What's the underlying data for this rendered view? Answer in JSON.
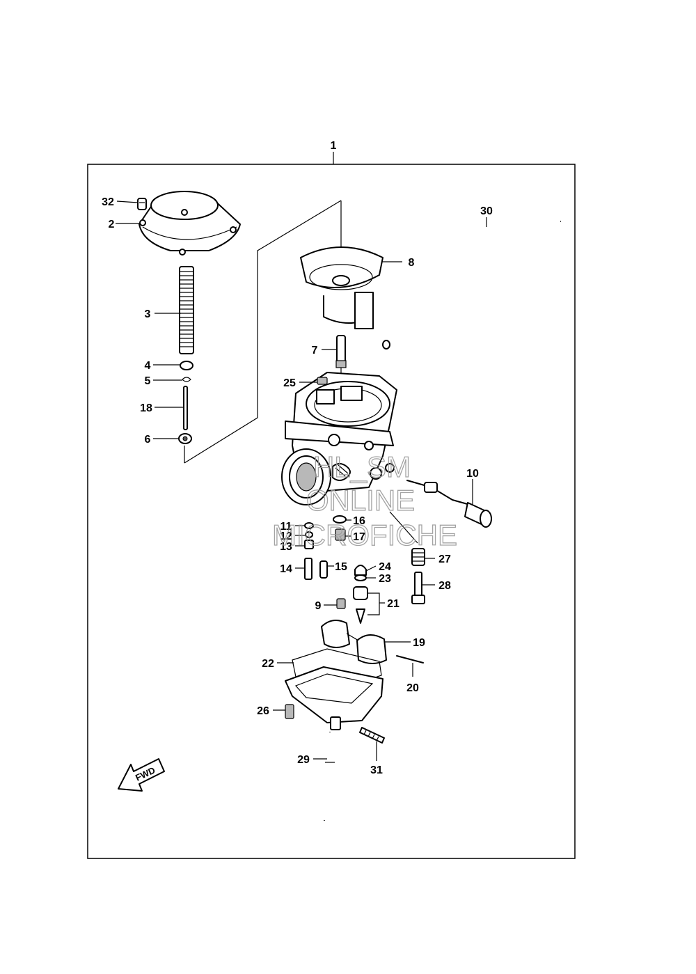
{
  "callouts": [
    {
      "id": "1"
    },
    {
      "id": "2"
    },
    {
      "id": "3"
    },
    {
      "id": "4"
    },
    {
      "id": "5"
    },
    {
      "id": "6"
    },
    {
      "id": "7"
    },
    {
      "id": "8"
    },
    {
      "id": "9"
    },
    {
      "id": "10"
    },
    {
      "id": "11"
    },
    {
      "id": "12"
    },
    {
      "id": "13"
    },
    {
      "id": "14"
    },
    {
      "id": "15"
    },
    {
      "id": "16"
    },
    {
      "id": "17"
    },
    {
      "id": "18"
    },
    {
      "id": "19"
    },
    {
      "id": "20"
    },
    {
      "id": "21"
    },
    {
      "id": "22"
    },
    {
      "id": "23"
    },
    {
      "id": "24"
    },
    {
      "id": "25"
    },
    {
      "id": "26"
    },
    {
      "id": "27"
    },
    {
      "id": "28"
    },
    {
      "id": "29"
    },
    {
      "id": "30"
    },
    {
      "id": "31"
    },
    {
      "id": "32"
    }
  ],
  "fwd_label": "FWD",
  "watermark": {
    "line1": "HL_SM",
    "line2": "ONLINE",
    "line3": "MICROFICHE"
  }
}
